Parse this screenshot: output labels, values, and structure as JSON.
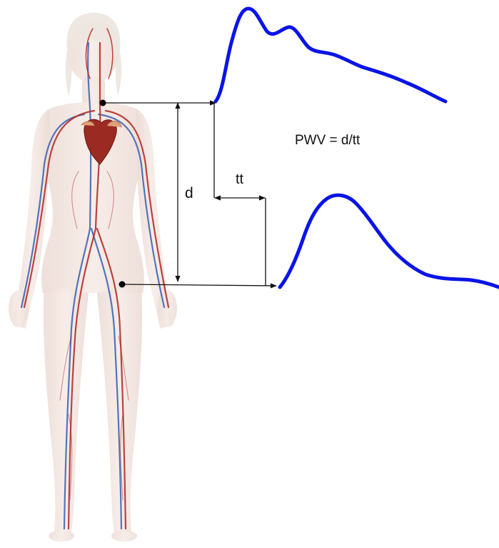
{
  "formula": "PWV = d/tt",
  "labels": {
    "distance": "d",
    "transit_time": "tt"
  },
  "colors": {
    "waveform": "#0a14e6",
    "arrow": "#111111",
    "body_skin": "#f1e2dc",
    "artery": "#b5312b",
    "vein": "#3a5fb0",
    "heart": "#9a2a22"
  },
  "measurement_sites": [
    "carotid-site",
    "femoral-site"
  ]
}
